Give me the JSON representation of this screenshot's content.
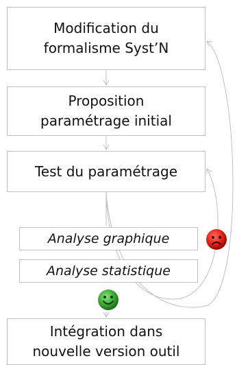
{
  "diagram": {
    "boxes": {
      "modification": {
        "line1": "Modification du",
        "line2": "formalisme Syst’N"
      },
      "proposition": {
        "line1": "Proposition",
        "line2": "paramétrage initial"
      },
      "test": {
        "line1": "Test du paramétrage"
      },
      "graphique": {
        "line1": "Analyse graphique"
      },
      "statistique": {
        "line1": "Analyse statistique"
      },
      "integration": {
        "line1": "Intégration dans",
        "line2": "nouvelle version outil"
      }
    },
    "faces": {
      "sad": {
        "mood": "sad",
        "icon": "sad-face-icon",
        "color": "#e32119"
      },
      "happy": {
        "mood": "happy",
        "icon": "happy-face-icon",
        "color": "#3aaa35"
      }
    },
    "colors": {
      "box_border": "#bfbfbf",
      "connector": "#bfbfbf",
      "text": "#111111"
    }
  }
}
